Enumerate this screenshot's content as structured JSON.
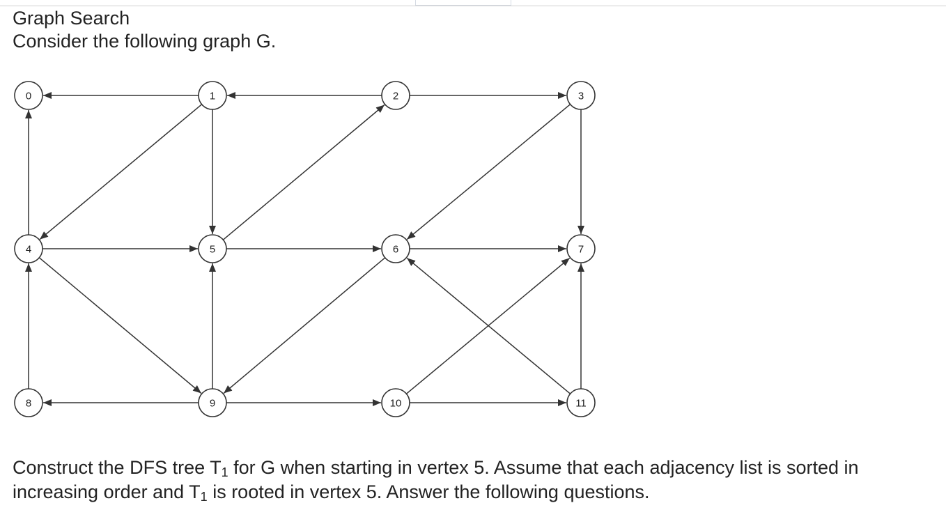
{
  "header": {
    "title": "Graph Search",
    "intro": "Consider the following graph G."
  },
  "graph": {
    "directed": true,
    "nodes": [
      {
        "id": "0",
        "label": "0"
      },
      {
        "id": "1",
        "label": "1"
      },
      {
        "id": "2",
        "label": "2"
      },
      {
        "id": "3",
        "label": "3"
      },
      {
        "id": "4",
        "label": "4"
      },
      {
        "id": "5",
        "label": "5"
      },
      {
        "id": "6",
        "label": "6"
      },
      {
        "id": "7",
        "label": "7"
      },
      {
        "id": "8",
        "label": "8"
      },
      {
        "id": "9",
        "label": "9"
      },
      {
        "id": "10",
        "label": "10"
      },
      {
        "id": "11",
        "label": "11"
      }
    ],
    "edges": [
      {
        "from": "1",
        "to": "0"
      },
      {
        "from": "1",
        "to": "4"
      },
      {
        "from": "1",
        "to": "5"
      },
      {
        "from": "2",
        "to": "1"
      },
      {
        "from": "2",
        "to": "3"
      },
      {
        "from": "3",
        "to": "6"
      },
      {
        "from": "3",
        "to": "7"
      },
      {
        "from": "4",
        "to": "0"
      },
      {
        "from": "4",
        "to": "5"
      },
      {
        "from": "4",
        "to": "9"
      },
      {
        "from": "5",
        "to": "2"
      },
      {
        "from": "5",
        "to": "6"
      },
      {
        "from": "6",
        "to": "7"
      },
      {
        "from": "6",
        "to": "9"
      },
      {
        "from": "8",
        "to": "4"
      },
      {
        "from": "9",
        "to": "5"
      },
      {
        "from": "9",
        "to": "8"
      },
      {
        "from": "9",
        "to": "10"
      },
      {
        "from": "10",
        "to": "7"
      },
      {
        "from": "10",
        "to": "11"
      },
      {
        "from": "11",
        "to": "6"
      },
      {
        "from": "11",
        "to": "7"
      }
    ],
    "colors": {
      "stroke": "#333333",
      "fill": "#ffffff",
      "text": "#222222"
    }
  },
  "question": {
    "line1_a": "Construct the DFS tree T",
    "line1_sub": "1",
    "line1_b": " for G when starting in vertex 5. Assume that each adjacency list is sorted in",
    "line2_a": "increasing order and T",
    "line2_sub": "1",
    "line2_b": " is rooted in vertex 5. Answer the following questions."
  }
}
